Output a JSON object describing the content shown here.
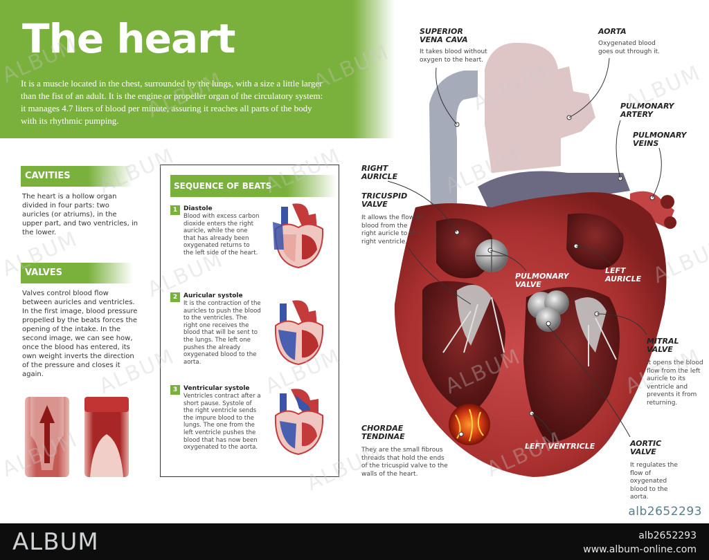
{
  "header": {
    "title": "The heart",
    "intro": "It is a muscle located in the chest, surrounded by the lungs, with a size a little larger than the fist of an adult. It is the engine or propeller organ of the circulatory system: it manages 4.7 liters of blood per minute, assuring it reaches all parts of the body with its rhythmic pumping."
  },
  "cavities": {
    "heading": "CAVITIES",
    "text": "The heart is a hollow organ divided in four parts: two auricles (or atriums), in the upper part, and two ventricles, in the lower."
  },
  "valves": {
    "heading": "VALVES",
    "text": "Valves control blood flow between auricles and ventricles. In the first image, blood pressure propelled by the beats forces the opening of the intake. In the second image, we can see how, once the blood has entered, its own weight inverts the direction of the pressure and closes it again."
  },
  "sequence": {
    "heading": "SEQUENCE OF BEATS",
    "beats": [
      {
        "num": "1",
        "title": "Diastole",
        "text": "Blood with excess carbon dioxide enters the right auricle, while the one that has already been oxygenated returns to the left side of the heart."
      },
      {
        "num": "2",
        "title": "Auricular systole",
        "text": "It is the contraction of the auricles to push the blood to the ventricles. The right one receives the blood that will be sent to the lungs. The left one pushes the already oxygenated blood to the aorta."
      },
      {
        "num": "3",
        "title": "Ventricular systole",
        "text": "Ventricles contract after a short pause. Systole of the right ventricle sends the impure blood to the lungs. The one from the left ventricle pushes the blood that has now been oxygenated to the aorta."
      }
    ]
  },
  "labels": {
    "superior_vena_cava": {
      "title_1": "SUPERIOR",
      "title_2": "VENA CAVA",
      "desc": "It takes blood without oxygen to the heart."
    },
    "aorta": {
      "title": "AORTA",
      "desc": "Oxygenated blood goes out through it."
    },
    "pulmonary_artery": {
      "title_1": "PULMONARY",
      "title_2": "ARTERY"
    },
    "pulmonary_veins": {
      "title_1": "PULMONARY",
      "title_2": "VEINS"
    },
    "right_auricle": {
      "title_1": "RIGHT",
      "title_2": "AURICLE"
    },
    "tricuspid_valve": {
      "title_1": "TRICUSPID",
      "title_2": "VALVE",
      "desc": "It allows the flow of blood from the right auricle to the right ventricle."
    },
    "pulmonary_valve": {
      "title_1": "PULMONARY",
      "title_2": "VALVE"
    },
    "left_auricle": {
      "title_1": "LEFT",
      "title_2": "AURICLE"
    },
    "mitral_valve": {
      "title_1": "MITRAL",
      "title_2": "VALVE",
      "desc": "It opens the blood flow from the left auricle to its ventricle and prevents it from returning."
    },
    "chordae_tendinae": {
      "title_1": "CHORDAE",
      "title_2": "TENDINAE",
      "desc": "They are the small fibrous threads that hold the ends of the tricuspid valve to the walls of the heart."
    },
    "left_ventricle": {
      "title": "LEFT VENTRICLE"
    },
    "aortic_valve": {
      "title_1": "AORTIC",
      "title_2": "VALVE",
      "desc": "It regulates the flow of oxygenated blood to the aorta."
    }
  },
  "watermark": "ALBUM",
  "footer": {
    "brand": "ALBUM",
    "code_label": "alb2652293",
    "id": "alb2652293",
    "url": "www.album-online.com"
  },
  "colors": {
    "accent_green": "#7ab03c",
    "heart_red": "#b83b3b",
    "footer_bg": "#0d0d0d"
  }
}
